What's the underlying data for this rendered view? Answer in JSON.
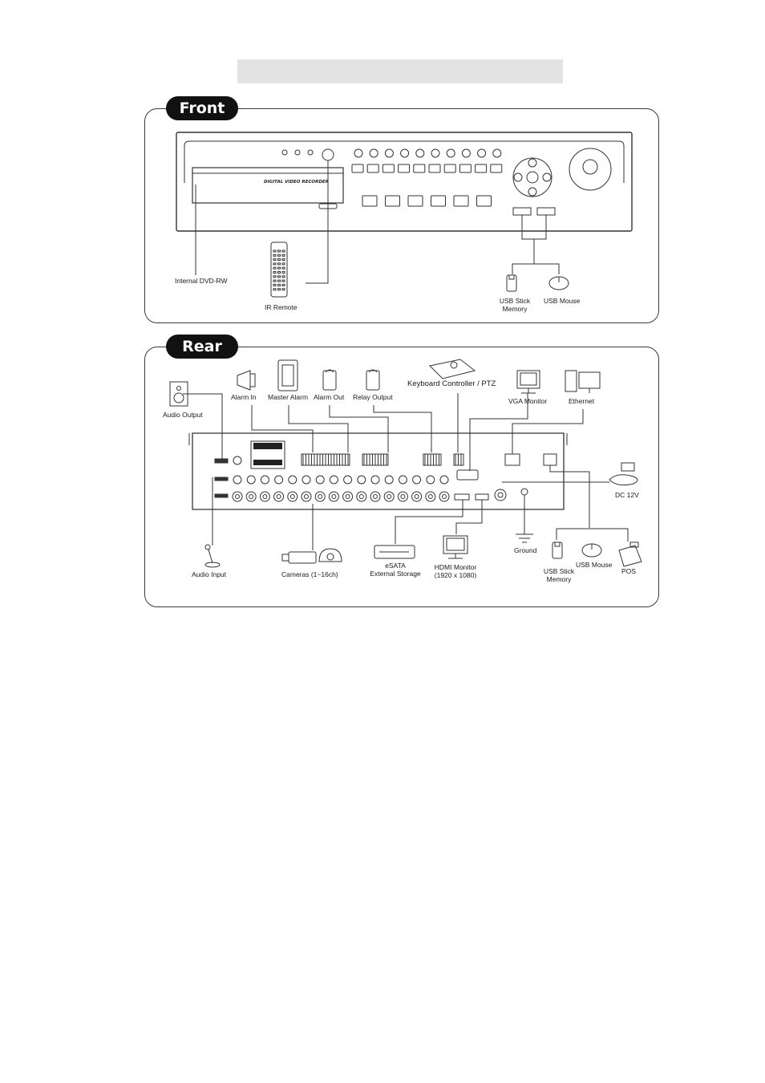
{
  "tabs": {
    "front": "Front",
    "rear": "Rear"
  },
  "device": {
    "panel_title": "DIGITAL VIDEO RECORDER"
  },
  "front_labels": {
    "dvd": "Internal DVD-RW",
    "ir": "IR Remote",
    "usb_stick_1": "USB Stick",
    "usb_stick_2": "Memory",
    "usb_mouse": "USB Mouse"
  },
  "rear_labels": {
    "audio_output": "Audio Output",
    "alarm_in": "Alarm In",
    "master_alarm": "Master Alarm",
    "alarm_out": "Alarm Out",
    "relay_output": "Relay Output",
    "keyboard": "Keyboard Controller / PTZ",
    "vga": "VGA Monitor",
    "ethernet": "Ethernet",
    "dc": "DC 12V",
    "audio_input": "Audio Input",
    "cameras": "Cameras (1~16ch)",
    "esata_1": "eSATA",
    "esata_2": "External Storage",
    "hdmi_1": "HDMI Monitor",
    "hdmi_2": "(1920 x 1080)",
    "ground": "Ground",
    "usb_stick_1": "USB Stick",
    "usb_stick_2": "Memory",
    "usb_mouse": "USB Mouse",
    "pos": "POS"
  },
  "colors": {
    "line": "#333333",
    "panel_border": "#3a3a3a",
    "tab_bg": "#111111",
    "title_bar": "#e3e3e3"
  }
}
